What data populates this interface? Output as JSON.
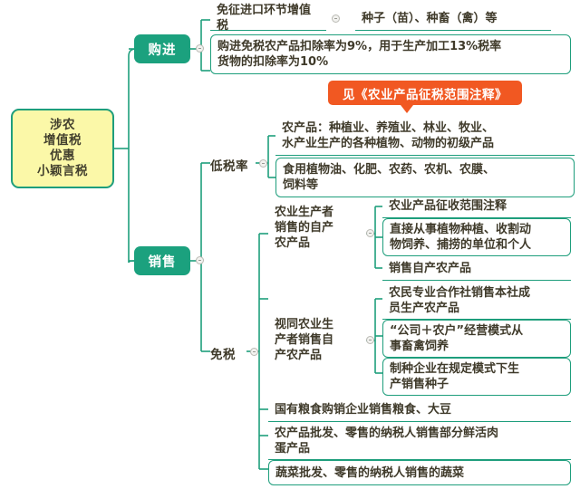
{
  "map": {
    "root": {
      "lines": [
        "涉农",
        "增值税",
        "优惠",
        "小颖言税"
      ],
      "fill": "#fbf8a8",
      "stroke": "#1e9e7c"
    },
    "accent_green": "#1ba17e",
    "accent_orange": "#f15822",
    "branches": [
      {
        "id": "goujin",
        "label": "购进",
        "children": [
          {
            "id": "import-exempt",
            "text": "免征进口环节增值税",
            "boxed": false
          },
          {
            "id": "seed-livestock",
            "text": "种子（苗）、种畜（禽）等",
            "boxed": false
          },
          {
            "id": "deduction-rate",
            "text": "购进免税农产品扣除率为9%，用于生产加工13%税率\n货物的扣除率为10%",
            "boxed": true
          }
        ]
      },
      {
        "id": "xiaoshou",
        "label": "销售",
        "groups": [
          {
            "id": "low-rate",
            "label": "低税率",
            "children": [
              {
                "id": "farm-products-def",
                "text": "农产品：种植业、养殖业、林业、牧业、\n水产业生产的各种植物、动物的初级产品",
                "boxed": false
              },
              {
                "id": "edible-oil-etc",
                "text": "食用植物油、化肥、农药、农机、农膜、\n饲料等",
                "boxed": true
              }
            ]
          },
          {
            "id": "tax-free",
            "label": "免税",
            "children": [
              {
                "id": "producer-self-sale",
                "label": "农业生产者\n销售的自产\n农产品",
                "children": [
                  {
                    "id": "scope-note",
                    "text": "农业产品征收范围注释",
                    "boxed": false
                  },
                  {
                    "id": "direct-engaged",
                    "text": "直接从事植物种植、收割动\n物饲养、捕捞的单位和个人",
                    "boxed": true
                  },
                  {
                    "id": "sell-self-produced",
                    "text": "销售自产农产品",
                    "boxed": false
                  }
                ]
              },
              {
                "id": "deemed-producer",
                "label": "视同农业生\n产者销售自\n产农产品",
                "children": [
                  {
                    "id": "coop-members",
                    "text": "农民专业合作社销售本社成\n员生产农产品",
                    "boxed": false
                  },
                  {
                    "id": "company-farmer",
                    "text": "“公司＋农户”经营模式从\n事畜禽饲养",
                    "boxed": true
                  },
                  {
                    "id": "seed-company",
                    "text": "制种企业在规定模式下生\n产销售种子",
                    "boxed": true
                  }
                ]
              },
              {
                "id": "state-grain",
                "text": "国有粮食购销企业销售粮食、大豆",
                "boxed": false
              },
              {
                "id": "fresh-meat-egg",
                "text": "农产品批发、零售的纳税人销售部分鲜活肉\n蛋产品",
                "boxed": false
              },
              {
                "id": "vegetables",
                "text": "蔬菜批发、零售的纳税人销售的蔬菜",
                "boxed": true
              }
            ]
          }
        ]
      }
    ],
    "callout": {
      "text": "见《农业产品征税范围注释》"
    }
  }
}
